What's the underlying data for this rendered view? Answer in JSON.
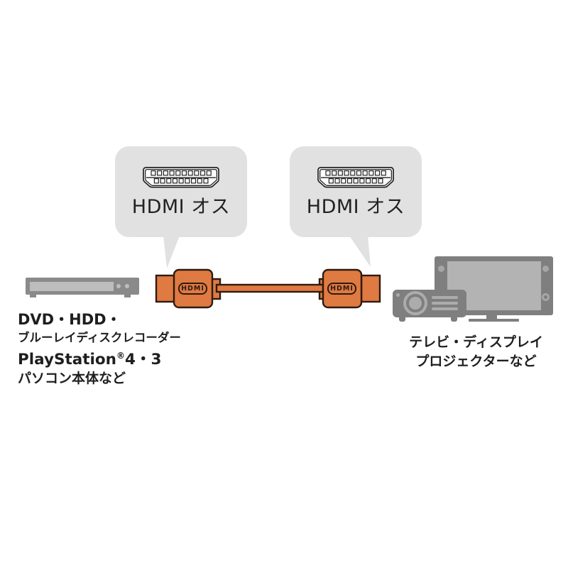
{
  "colors": {
    "cable_orange": "#DF7A42",
    "cable_outline": "#2E1B0E",
    "bubble_gray": "#E1E1E1",
    "device_gray": "#7F7F7F",
    "recorder_gray": "#8A8A8A",
    "accent_light_gray": "#ACACAC",
    "screen_gray": "#B3B3B3",
    "text": "#1E1E1E"
  },
  "bubble_left": {
    "label": "HDMI オス"
  },
  "bubble_right": {
    "label": "HDMI オス"
  },
  "cable": {
    "logo_left": "HDMI",
    "logo_right": "HDMI"
  },
  "source_label": {
    "line1": "DVD・HDD・",
    "line2": "ブルーレイディスクレコーダー",
    "line3_brand": "PlayStation",
    "line3_reg": "®",
    "line3_models": "4・3",
    "line4": "パソコン本体など"
  },
  "display_label": {
    "line1": "テレビ・ディスプレイ",
    "line2": "プロジェクターなど"
  }
}
